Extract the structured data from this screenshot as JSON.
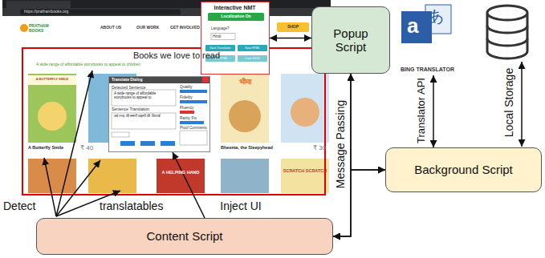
{
  "diagram": {
    "nodes": [
      {
        "text": [
          "Interactive NMT",
          "Localization On",
          "Language?",
          "Hindi",
          "Save Translation",
          "Save HTML",
          "Load HTML",
          "Load JSON"
        ]
      },
      {
        "text": [
          "Translate Dialog",
          "Detected Sentence",
          "A wide range of affordable storybooks to appeal to",
          "Sentence Translation",
          "कई तरह की सस्ती कहानी की किताबें",
          "Quality",
          "Fidelity",
          "Fluency",
          "Rarity Fix",
          "Proof Comments"
        ]
      },
      {
        "text": [
          "Popup Script"
        ]
      },
      {
        "text": [
          "BING TRANSLATOR"
        ]
      },
      {
        "text": [
          "Background Script"
        ]
      },
      {
        "text": [
          "Content Script"
        ]
      }
    ],
    "edges": [
      {
        "from": 2,
        "to": 0,
        "arrow": "both"
      },
      {
        "from": 2,
        "to": 5,
        "arrow": "both",
        "label": "Message Passing"
      },
      {
        "from": 2,
        "to": 4,
        "arrow": "both"
      },
      {
        "from": 5,
        "to": 4,
        "arrow": "both"
      },
      {
        "from": 4,
        "to": 3,
        "arrow": "both",
        "label": "Translator API"
      },
      {
        "from": 5,
        "to": 1,
        "arrow": "to",
        "label": "Inject UI"
      }
    ],
    "labels": [
      "https://prathambooks.org",
      "PRATHAM BOOKS",
      "ABOUT US",
      "OUR WORK",
      "GET INVOLVED",
      "SHOP",
      "Books we love to read",
      "A wide range of affordable storybooks to appeal to children",
      "A BUTTERFLY SMILE",
      "A Butterfly Smile",
      "₹ 40",
      "Bheema, the Sleepyhead",
      "₹ 30",
      "भीमा",
      "A HELPING HAND",
      "SCRATCH SCRATCH",
      "Detect",
      "translatables",
      "Local Storage",
      "a",
      "あ"
    ]
  }
}
